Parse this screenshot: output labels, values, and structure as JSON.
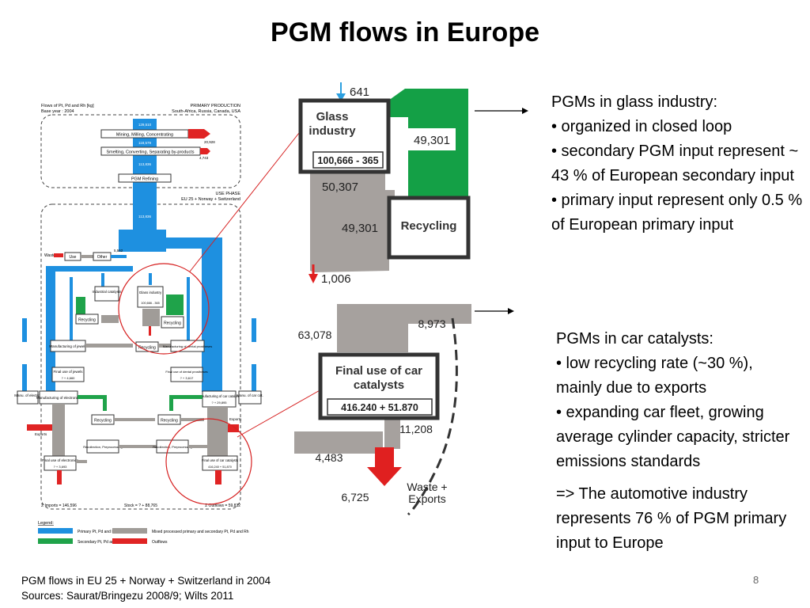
{
  "slide": {
    "title": "PGM flows in Europe",
    "page_number": "8",
    "caption_line1": "PGM flows in EU 25 + Norway + Switzerland in 2004",
    "caption_line2": "Sources: Saurat/Bringezu 2008/9; Wilts 2011"
  },
  "glass_panel": {
    "box_glass": "Glass industry",
    "glass_value": "100,666 - 365",
    "box_recycling": "Recycling",
    "v_in": "641",
    "v_green": "49,301",
    "v_grey_left": "50,307",
    "v_grey_mid": "49,301",
    "v_out": "1,006"
  },
  "car_panel": {
    "box_title": "Final use of car catalysts",
    "box_value": "416.240 + 51.870",
    "v_top": "8,973",
    "v_left": "63,078",
    "v_right": "11,208",
    "v_bottom_left": "4,483",
    "v_bottom": "6,725",
    "waste_label": "Waste +\nExports"
  },
  "glass_text": {
    "heading": "PGMs in glass industry:",
    "b1": "• organized in closed loop",
    "b2": "• secondary PGM input represent ~ 43 % of European secondary input",
    "b3": "• primary input represent only 0.5 % of European primary input"
  },
  "car_text": {
    "heading": "PGMs in car catalysts:",
    "b1": "• low recycling rate (~30 %), mainly due to exports",
    "b2": "• expanding car fleet, growing average cylinder capacity, stricter emissions standards",
    "conclusion": "=> The automotive industry represents 76 % of PGM primary input to Europe"
  },
  "overview": {
    "header_line1": "Flows of Pt, Pd and Rh [kg]",
    "header_line2": "Base year : 2004",
    "primary_label": "PRIMARY PRODUCTION",
    "primary_regions": "South-Africa, Russia, Canada, USA",
    "use_phase_label": "USE PHASE",
    "use_phase_region": "EU 25 + Norway + Switzerland",
    "mining": "Mining, Milling, Concentrating",
    "smelting": "Smelting, Converting, Separating by-products",
    "refining": "PGM Refining",
    "v_mining": "129,510",
    "v_after_mining": "118,579",
    "v_mining_out": "20,928",
    "v_smelting": "113,836",
    "v_smelting_out": "4,743",
    "v_refined": "113,836",
    "v_main": "113,836",
    "use": "Use",
    "other": "Other",
    "waste": "Waste",
    "v_waste": "5,562",
    "industrial_catalysts": "Industrial catalysts",
    "glass_industry": "Glass industry",
    "glass_value": "100,666 - 365",
    "recycling": "Recycling",
    "mfg_jewels": "Manufacturing of jewels",
    "mfg_dental": "Manufacturing of dental prostheses",
    "final_jewels": "Final use of jewels",
    "final_jewels_value": "? + 4,660",
    "final_dental": "Final use of dental prostheses",
    "final_dental_value": "? + 3,617",
    "manu_electro": "Manu. of electro.",
    "mfg_electronics": "Manufacturing of electronics",
    "mfg_car_cat": "Manufacturing of car catalysts",
    "car_cat_value": "? + 29,895",
    "manu_car_cat": "Manu. of car cat.",
    "recollection_left": "Recollection, Preprocessing",
    "recollection_right": "Recollection, Preprocessing",
    "final_electronics": "Final use of electronics",
    "final_electronics_value": "? + 3,693",
    "final_car_cat": "Final use of car catalysts",
    "final_car_cat_value": "416,240 + 51,870",
    "imports": "Σ Imports = 146,596",
    "stock": "Stock = ? + 88,765",
    "outflows": "Σ Outflows = 59,832",
    "exports": "Exports",
    "legend_title": "Legend:",
    "legend_primary": "Primary Pt, Pd and Rh",
    "legend_secondary": "Secondary Pt, Pd and Rh",
    "legend_mixed": "Mixed processed primary and secondary Pt, Pd and Rh",
    "legend_outflows": "Outflows",
    "colors": {
      "primary": "#1e90e0",
      "secondary": "#1fa34a",
      "mixed": "#a09c98",
      "outflow": "#e02424"
    }
  },
  "colors": {
    "primary_blue": "#2b9fe0",
    "secondary_green": "#14a046",
    "mixed_grey": "#a6a19e",
    "outflow_red": "#e02020",
    "circle_red": "#d62020"
  }
}
